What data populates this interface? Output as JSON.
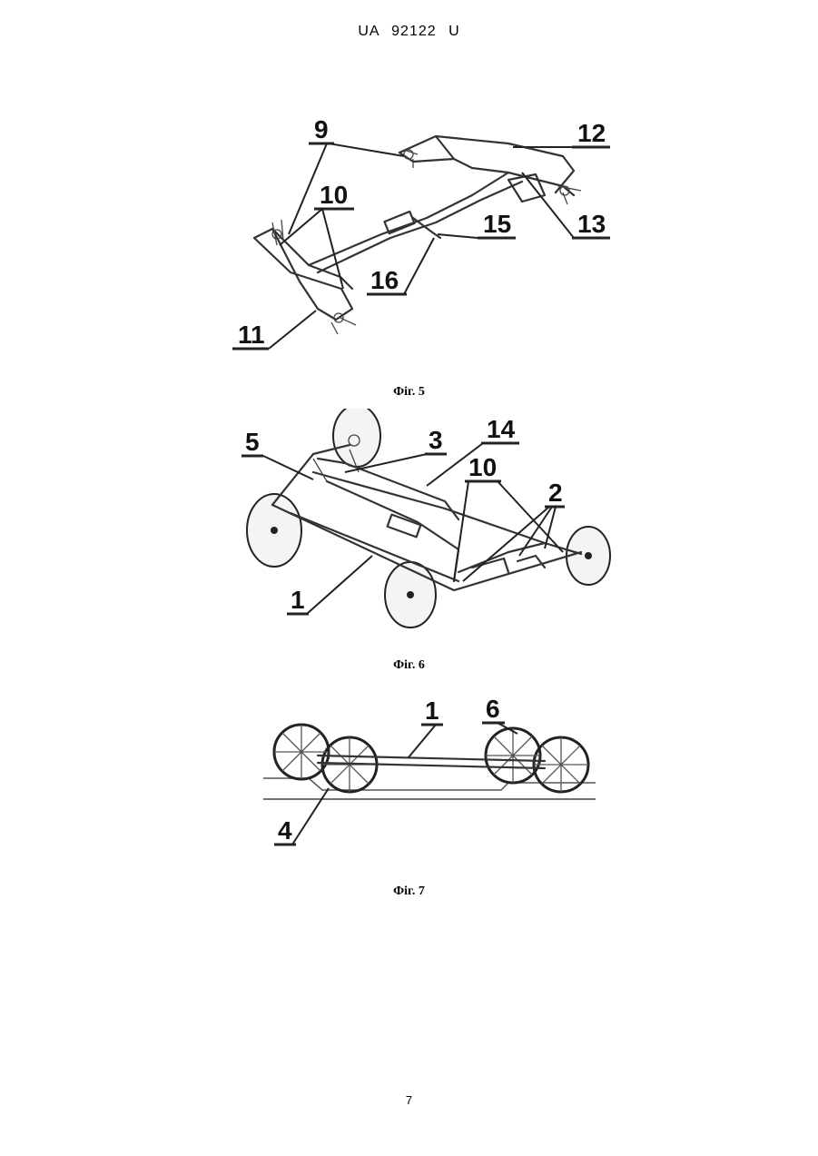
{
  "header": {
    "doc_number": "UA   92122   U"
  },
  "figures": [
    {
      "caption": "Фіг. 5",
      "labels": [
        "9",
        "10",
        "11",
        "12",
        "13",
        "15",
        "16"
      ]
    },
    {
      "caption": "Фіг. 6",
      "labels": [
        "5",
        "3",
        "14",
        "10",
        "2",
        "1"
      ]
    },
    {
      "caption": "Фіг. 7",
      "labels": [
        "1",
        "6",
        "4"
      ]
    }
  ],
  "page_number": "7"
}
